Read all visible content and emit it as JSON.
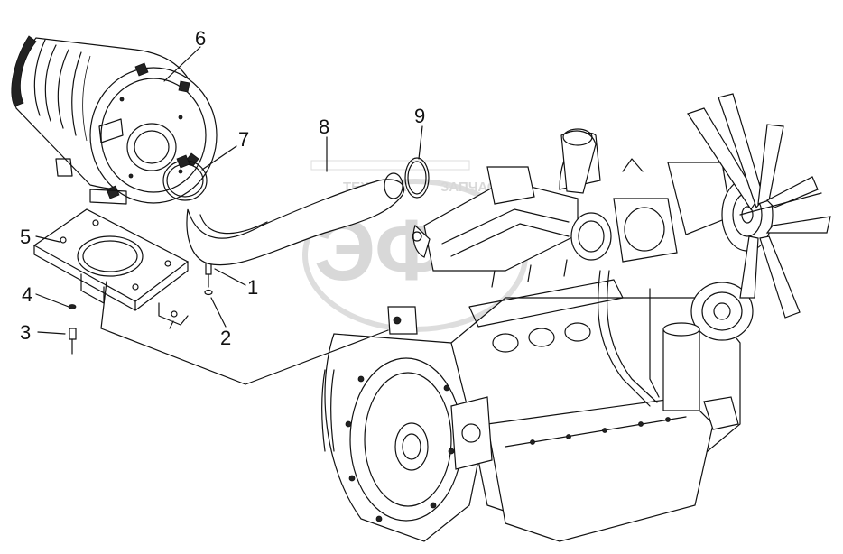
{
  "diagram": {
    "callouts": [
      "6",
      "7",
      "8",
      "9",
      "5",
      "1",
      "4",
      "2",
      "3"
    ]
  },
  "watermark": {
    "text_left": "ТЕХНИКА",
    "text_right": "ЗАПЧАСТИ",
    "logo_letters": "ЭФ"
  }
}
